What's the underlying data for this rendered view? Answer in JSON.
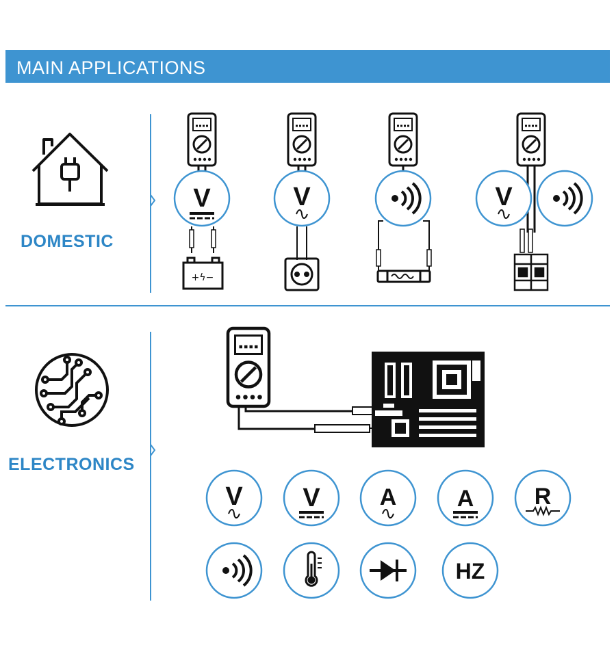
{
  "header": {
    "title": "MAIN APPLICATIONS"
  },
  "sections": {
    "domestic": {
      "label": "DOMESTIC"
    },
    "electronics": {
      "label": "ELECTRONICS"
    }
  },
  "symbols": {
    "voltage": "V",
    "current": "A",
    "resistance": "R",
    "frequency": "HZ"
  },
  "colors": {
    "accent": "#3e94d1",
    "label": "#2d86c6",
    "ink": "#111111"
  },
  "icons": {
    "domestic": [
      "house-plug-icon",
      "multimeter-icon",
      "dc-voltage-icon",
      "ac-voltage-icon",
      "continuity-icon",
      "battery-icon",
      "power-socket-icon",
      "fuse-icon",
      "circuit-breaker-icon"
    ],
    "electronics": [
      "circuit-icon",
      "multimeter-icon",
      "motherboard-icon",
      "ac-voltage-icon",
      "dc-voltage-icon",
      "ac-current-icon",
      "dc-current-icon",
      "resistance-icon",
      "continuity-icon",
      "temperature-icon",
      "diode-icon",
      "frequency-icon"
    ]
  }
}
